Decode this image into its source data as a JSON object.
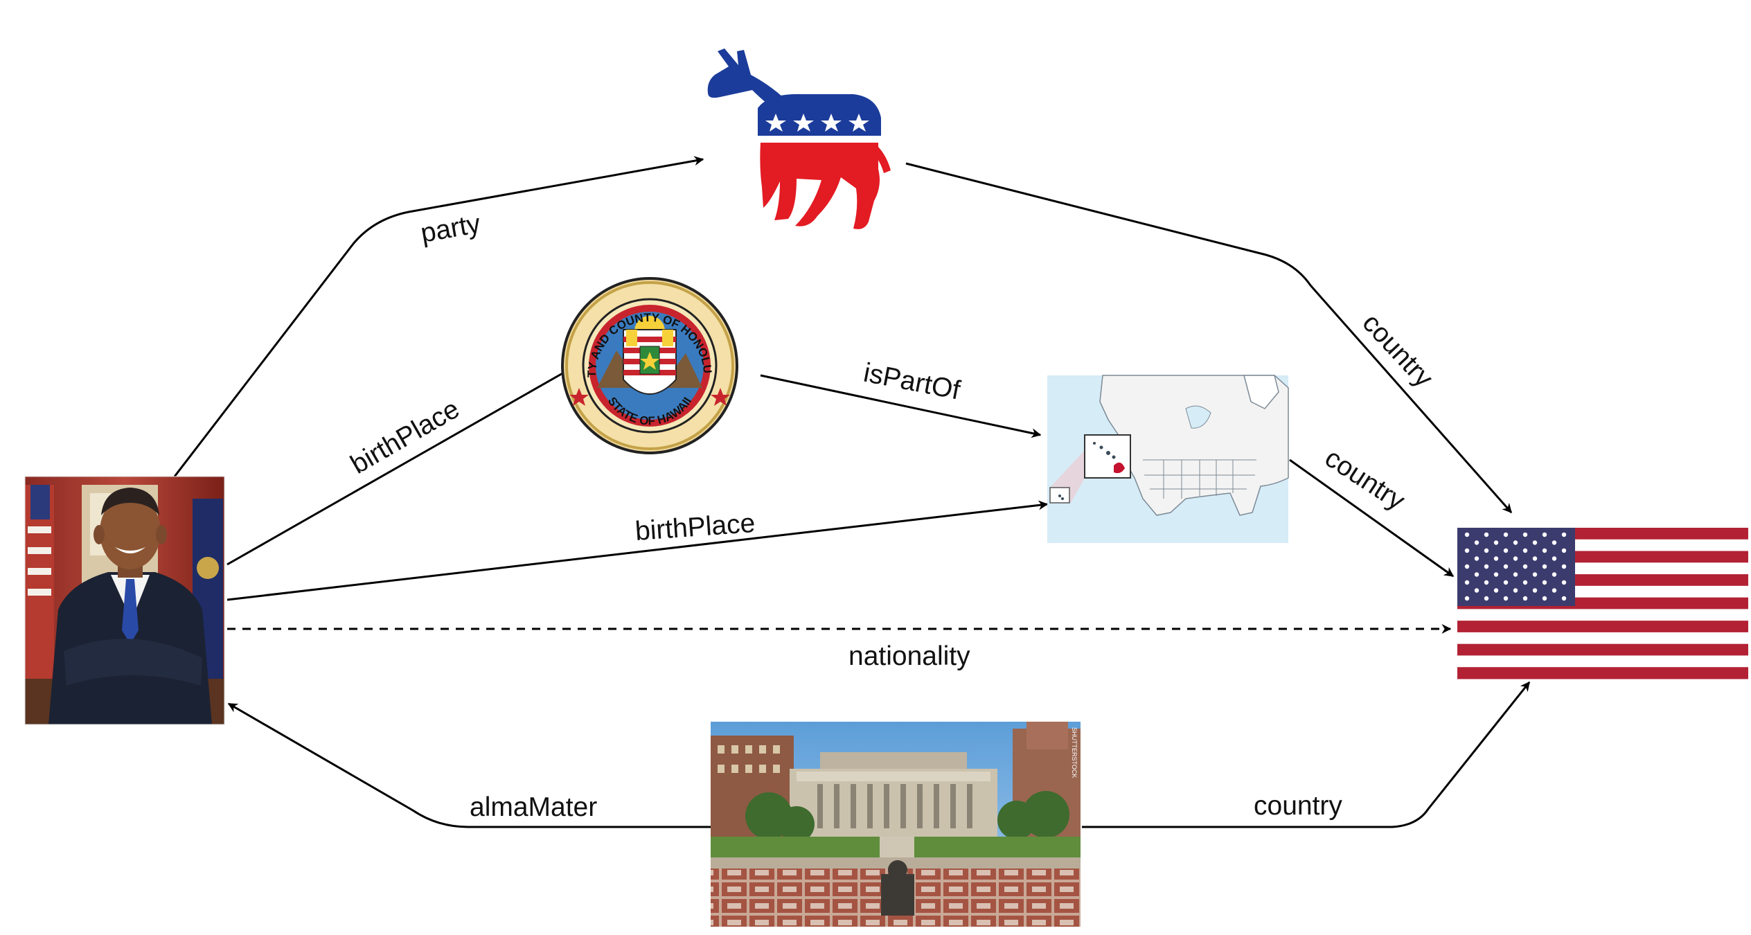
{
  "nodes": {
    "person": {
      "label": ""
    },
    "party": {
      "label": ""
    },
    "honolulu": {
      "seal_top_text": "CITY AND COUNTY OF HONOLULU",
      "seal_bottom_text": "STATE OF HAWAII"
    },
    "hawaii": {
      "label": ""
    },
    "usa": {
      "label": ""
    },
    "university": {
      "watermark": "SHUTTERSTOCK"
    }
  },
  "edges": {
    "party": "party",
    "birthplace_city": "birthPlace",
    "birthplace_state": "birthPlace",
    "ispartof": "isPartOf",
    "country_party": "country",
    "country_hawaii": "country",
    "nationality": "nationality",
    "almamater": "almaMater",
    "country_university": "country"
  },
  "colors": {
    "edge": "#000000",
    "dem_blue": "#1b3c9a",
    "dem_red": "#e31b23",
    "flag_red": "#b22234",
    "flag_blue": "#3c3b6e",
    "map_water": "#d6ecf7",
    "map_land": "#f3f3f3",
    "hawaii_red": "#c4122f"
  },
  "icons": [
    "photo-portrait",
    "donkey-logo",
    "city-seal",
    "locator-map",
    "us-flag",
    "campus-photo"
  ]
}
